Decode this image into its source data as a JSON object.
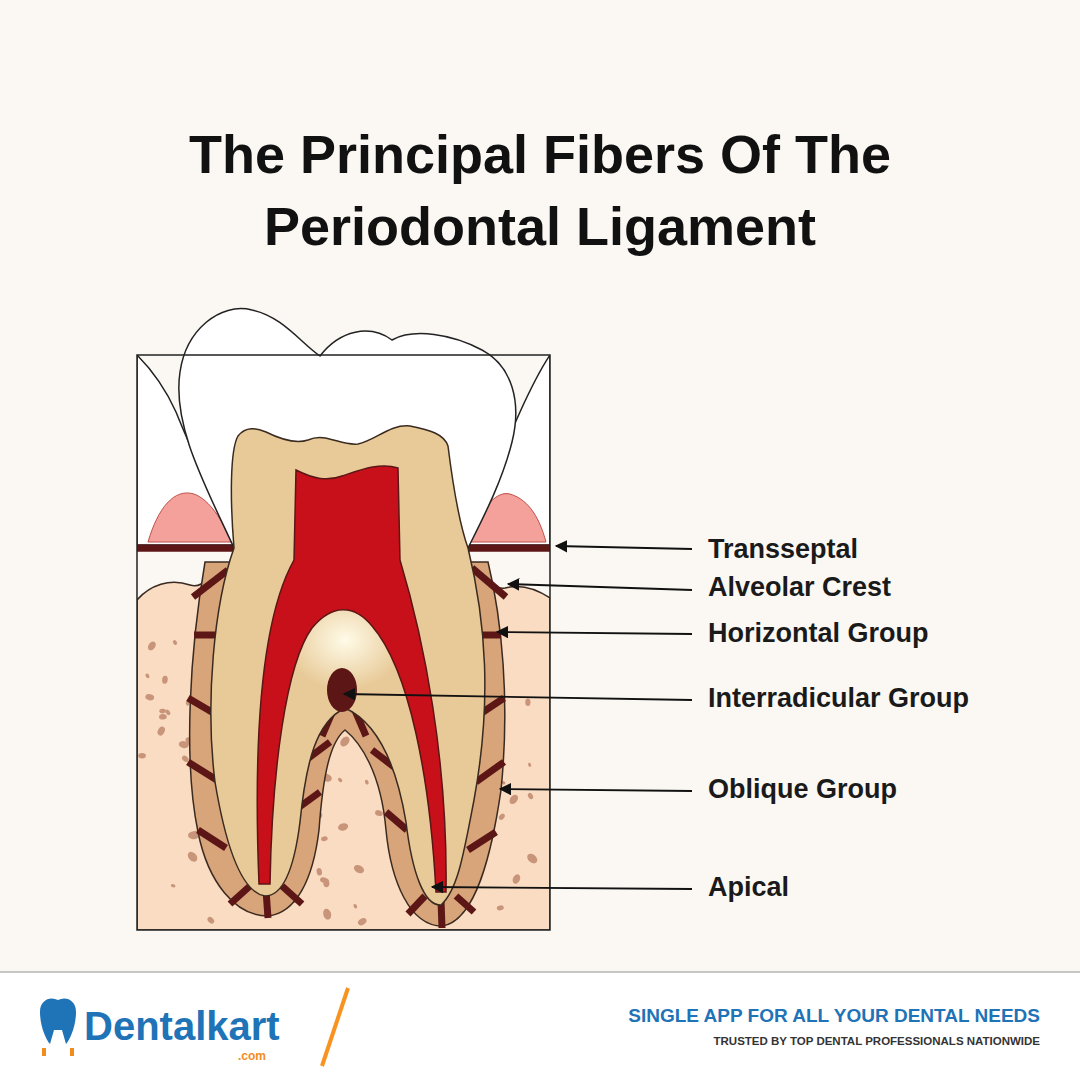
{
  "diagram": {
    "title": "The Principal Fibers Of The Periodontal Ligament",
    "labels": [
      "Transseptal",
      "Alveolar Crest",
      "Horizontal Group",
      "Interradicular Group",
      "Oblique Group",
      "Apical",
      "Dentalkart",
      ".com",
      "SINGLE APP FOR ALL YOUR DENTAL NEEDS",
      "TRUSTED BY TOP DENTAL PROFESSIONALS NATIONWIDE"
    ]
  }
}
